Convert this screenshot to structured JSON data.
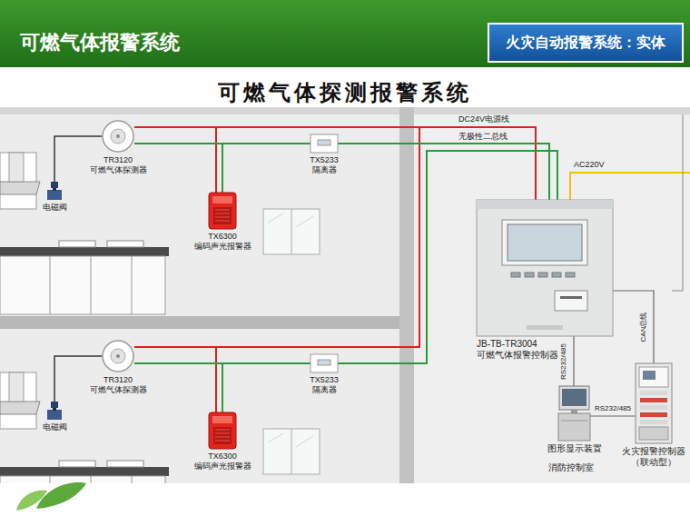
{
  "diagram": {
    "title": "可燃气体探测报警系统",
    "nodes": [
      {
        "text": [
          "TR3120",
          "可燃气体探测器"
        ]
      },
      {
        "text": [
          "电磁阀"
        ]
      },
      {
        "text": [
          "TX6300",
          "编码声光报警器"
        ]
      },
      {
        "text": [
          "TX5233",
          "隔离器"
        ]
      },
      {
        "text": [
          "TR3120",
          "可燃气体探测器"
        ]
      },
      {
        "text": [
          "电磁阀"
        ]
      },
      {
        "text": [
          "TX6300",
          "编码声光报警器"
        ]
      },
      {
        "text": [
          "TX5233",
          "隔离器"
        ]
      },
      {
        "text": [
          "JB-TB-TR3004",
          "可燃气体报警控制器"
        ]
      },
      {
        "text": [
          "图形显示装置"
        ]
      },
      {
        "text": [
          "火灾报警控制器（联动型）"
        ]
      }
    ],
    "edges": [
      {
        "from": 1,
        "to": 0,
        "arrow": "none"
      },
      {
        "from": 2,
        "to": 0,
        "arrow": "none"
      },
      {
        "from": 0,
        "to": 3,
        "arrow": "none"
      },
      {
        "from": 3,
        "to": 8,
        "arrow": "none"
      },
      {
        "from": 5,
        "to": 4,
        "arrow": "none"
      },
      {
        "from": 6,
        "to": 4,
        "arrow": "none"
      },
      {
        "from": 4,
        "to": 7,
        "arrow": "none"
      },
      {
        "from": 7,
        "to": 8,
        "arrow": "none"
      },
      {
        "from": 8,
        "to": 9,
        "label": "RS232/485",
        "arrow": "none"
      },
      {
        "from": 9,
        "to": 10,
        "label": "RS232/485",
        "arrow": "none"
      },
      {
        "from": 8,
        "to": 10,
        "label": "CAN总线",
        "arrow": "none"
      }
    ],
    "labels": [
      "可燃气体报警系统",
      "火灾自动报警系统：实体",
      "DC24V电源线",
      "无极性二总线",
      "AC220V",
      "消防控制室"
    ]
  }
}
